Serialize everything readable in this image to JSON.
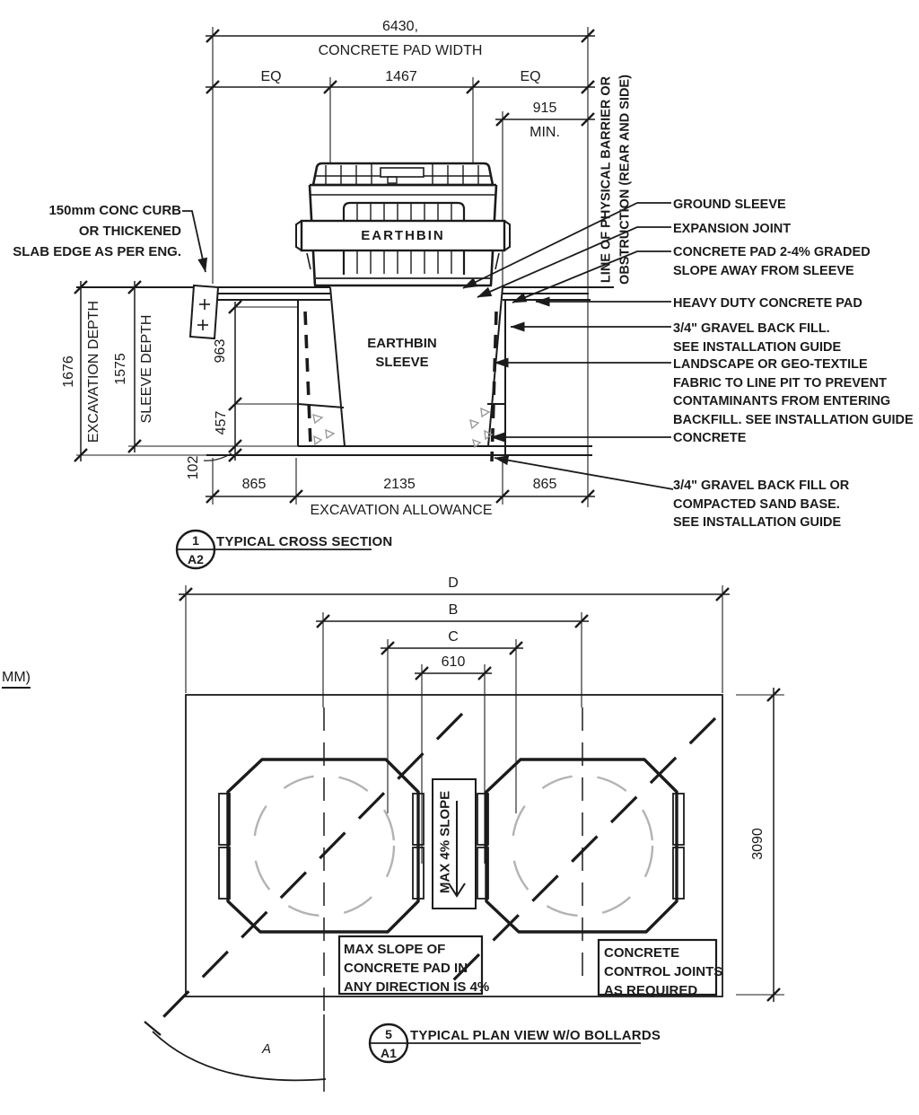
{
  "cross_section": {
    "title": {
      "number": "1",
      "sheet": "A2",
      "label": "TYPICAL CROSS SECTION"
    },
    "dims": {
      "pad_width": "6430,",
      "pad_width_label": "CONCRETE PAD WIDTH",
      "eq_left": "EQ",
      "opening": "1467",
      "eq_right": "EQ",
      "clearance": "915",
      "clearance_qualifier": "MIN.",
      "excavation_depth": "1676",
      "excavation_depth_label": "EXCAVATION DEPTH",
      "sleeve_depth": "1575",
      "sleeve_depth_label": "SLEEVE DEPTH",
      "sleeve_upper": "963",
      "collar": "457",
      "base": "102",
      "allowance_left": "865",
      "allowance_center": "2135",
      "allowance_right": "865",
      "allowance_label": "EXCAVATION ALLOWANCE"
    },
    "bin_label": "EARTHBIN",
    "sleeve_label": "EARTHBIN\nSLEEVE",
    "curb_note": "150mm CONC CURB\nOR THICKENED\nSLAB EDGE AS PER ENG.",
    "barrier_note": "LINE OF PHYSICAL BARRIER OR\nOBSTRUCTION (REAR AND SIDE)",
    "callouts": [
      {
        "text": "GROUND SLEEVE"
      },
      {
        "text": "EXPANSION JOINT"
      },
      {
        "text": "CONCRETE PAD 2-4% GRADED\nSLOPE AWAY FROM SLEEVE"
      },
      {
        "text": "HEAVY DUTY CONCRETE PAD"
      },
      {
        "text": "3/4\" GRAVEL BACK FILL.\nSEE INSTALLATION GUIDE"
      },
      {
        "text": "LANDSCAPE OR GEO-TEXTILE\nFABRIC TO LINE PIT TO PREVENT\nCONTAMINANTS FROM ENTERING\nBACKFILL. SEE INSTALLATION GUIDE"
      },
      {
        "text": "CONCRETE"
      },
      {
        "text": "3/4\" GRAVEL BACK FILL OR\nCOMPACTED SAND BASE.\nSEE INSTALLATION GUIDE"
      }
    ]
  },
  "plan_view": {
    "title": {
      "number": "5",
      "sheet": "A1",
      "label": "TYPICAL PLAN VIEW W/O BOLLARDS"
    },
    "dims": {
      "overall": "D",
      "bin_spacing": "B",
      "inner": "C",
      "gap": "610",
      "pad_depth": "3090"
    },
    "slope_arrow_label": "MAX 4% SLOPE",
    "notes": [
      {
        "text": "MAX SLOPE OF\nCONCRETE PAD IN\nANY DIRECTION IS 4%"
      },
      {
        "text": "CONCRETE\nCONTROL JOINTS\nAS REQUIRED"
      }
    ],
    "arc_label": "A",
    "margin_note": "MM)"
  },
  "colors": {
    "ink": "#1b1b1b",
    "ghost": "#b3b3b3",
    "hatch": "#999999"
  }
}
